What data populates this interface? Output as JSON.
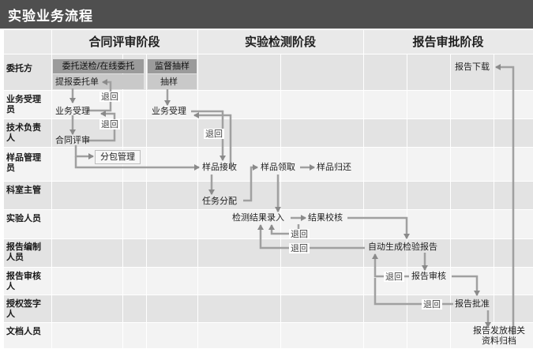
{
  "title": "实验业务流程",
  "phases": [
    "合同评审阶段",
    "实验检测阶段",
    "报告审批阶段"
  ],
  "roles": [
    {
      "id": "entrust",
      "label": "委托方"
    },
    {
      "id": "biz",
      "label": "业务受理 员"
    },
    {
      "id": "tech",
      "label": "技术负责 人"
    },
    {
      "id": "sample",
      "label": "样品管理 员"
    },
    {
      "id": "lab",
      "label": "科室主管"
    },
    {
      "id": "tester",
      "label": "实验人员"
    },
    {
      "id": "writer",
      "label": "报告编制人员"
    },
    {
      "id": "reviewer",
      "label": "报告审核人"
    },
    {
      "id": "signer",
      "label": "授权签字 人"
    },
    {
      "id": "archive",
      "label": "文档人员"
    }
  ],
  "tabs": {
    "entrust_online": "委托送检/在线委托",
    "supervise": "监督抽样"
  },
  "nodes": {
    "submit": "提报委托单",
    "sampling": "抽样",
    "accept1": "业务受理",
    "accept2": "业务受理",
    "contract": "合同评审",
    "subcontract": "分包管理",
    "receive": "样品接收",
    "collect": "样品领取",
    "return": "样品归还",
    "assign": "任务分配",
    "entry": "检测结果录入",
    "verify": "结果校核",
    "autogen": "自动生成检验报告",
    "review": "报告审核",
    "approve": "报告批准",
    "download": "报告下载",
    "issue": "报告发放相关资料归档"
  },
  "back_label": "退回"
}
